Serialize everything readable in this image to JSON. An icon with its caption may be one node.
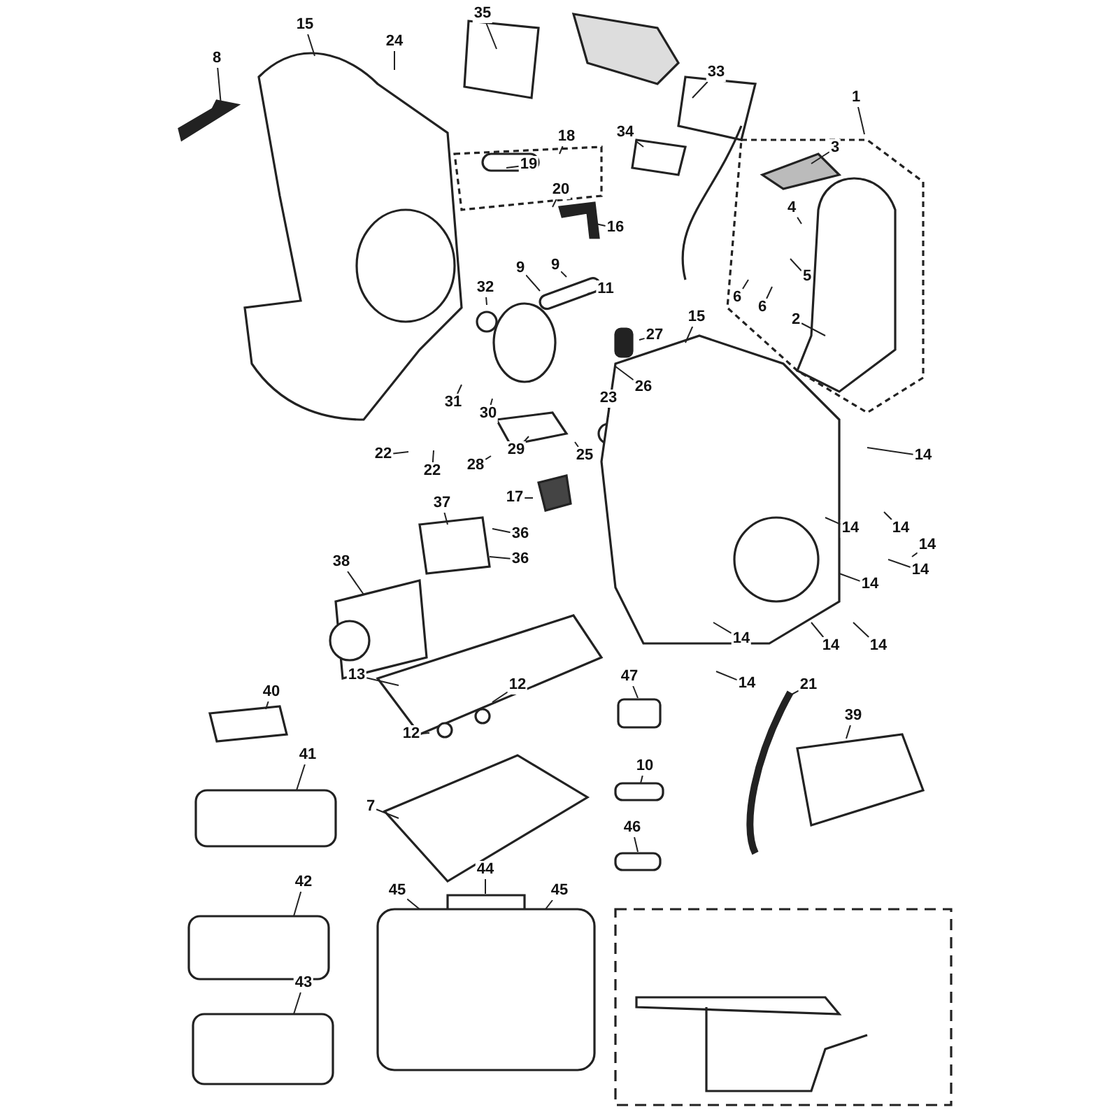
{
  "diagram": {
    "nodes": [
      {
        "text": [
          "35"
        ]
      },
      {
        "text": [
          "33"
        ]
      },
      {
        "text": [
          "8"
        ]
      },
      {
        "text": [
          "15"
        ]
      },
      {
        "text": [
          "24"
        ]
      },
      {
        "text": [
          "1"
        ]
      },
      {
        "text": [
          "34"
        ]
      },
      {
        "text": [
          "18"
        ]
      },
      {
        "text": [
          "3"
        ]
      },
      {
        "text": [
          "19"
        ]
      },
      {
        "text": [
          "20"
        ]
      },
      {
        "text": [
          "4"
        ]
      },
      {
        "text": [
          "16"
        ]
      },
      {
        "text": [
          "9"
        ]
      },
      {
        "text": [
          "9"
        ]
      },
      {
        "text": [
          "5"
        ]
      },
      {
        "text": [
          "32"
        ]
      },
      {
        "text": [
          "11"
        ]
      },
      {
        "text": [
          "6"
        ]
      },
      {
        "text": [
          "6"
        ]
      },
      {
        "text": [
          "15"
        ]
      },
      {
        "text": [
          "2"
        ]
      },
      {
        "text": [
          "27"
        ]
      },
      {
        "text": [
          "26"
        ]
      },
      {
        "text": [
          "31"
        ]
      },
      {
        "text": [
          "23"
        ]
      },
      {
        "text": [
          "30"
        ]
      },
      {
        "text": [
          "22"
        ]
      },
      {
        "text": [
          "29"
        ]
      },
      {
        "text": [
          "28"
        ]
      },
      {
        "text": [
          "25"
        ]
      },
      {
        "text": [
          "14"
        ]
      },
      {
        "text": [
          "22"
        ]
      },
      {
        "text": [
          "17"
        ]
      },
      {
        "text": [
          "37"
        ]
      },
      {
        "text": [
          "14"
        ]
      },
      {
        "text": [
          "14"
        ]
      },
      {
        "text": [
          "14"
        ]
      },
      {
        "text": [
          "36"
        ]
      },
      {
        "text": [
          "36"
        ]
      },
      {
        "text": [
          "38"
        ]
      },
      {
        "text": [
          "14"
        ]
      },
      {
        "text": [
          "14"
        ]
      },
      {
        "text": [
          "14"
        ]
      },
      {
        "text": [
          "14"
        ]
      },
      {
        "text": [
          "14"
        ]
      },
      {
        "text": [
          "13"
        ]
      },
      {
        "text": [
          "14"
        ]
      },
      {
        "text": [
          "47"
        ]
      },
      {
        "text": [
          "21"
        ]
      },
      {
        "text": [
          "40"
        ]
      },
      {
        "text": [
          "12"
        ]
      },
      {
        "text": [
          "39"
        ]
      },
      {
        "text": [
          "12"
        ]
      },
      {
        "text": [
          "41"
        ]
      },
      {
        "text": [
          "10"
        ]
      },
      {
        "text": [
          "7"
        ]
      },
      {
        "text": [
          "46"
        ]
      },
      {
        "text": [
          "42"
        ]
      },
      {
        "text": [
          "45"
        ]
      },
      {
        "text": [
          "44"
        ]
      },
      {
        "text": [
          "45"
        ]
      },
      {
        "text": [
          "43"
        ]
      }
    ],
    "edges": [
      {
        "from": 0,
        "to": null,
        "arrow": "none"
      },
      {
        "from": 1,
        "to": null,
        "arrow": "none"
      },
      {
        "from": 2,
        "to": null,
        "arrow": "none"
      },
      {
        "from": 3,
        "to": null,
        "arrow": "none"
      },
      {
        "from": 4,
        "to": null,
        "arrow": "none"
      },
      {
        "from": 5,
        "to": null,
        "arrow": "none"
      },
      {
        "from": 6,
        "to": null,
        "arrow": "none"
      },
      {
        "from": 7,
        "to": null,
        "arrow": "none"
      },
      {
        "from": 8,
        "to": null,
        "arrow": "none"
      },
      {
        "from": 9,
        "to": null,
        "arrow": "none"
      },
      {
        "from": 10,
        "to": null,
        "arrow": "none"
      },
      {
        "from": 11,
        "to": null,
        "arrow": "none"
      },
      {
        "from": 12,
        "to": null,
        "arrow": "none"
      },
      {
        "from": 13,
        "to": null,
        "arrow": "none"
      },
      {
        "from": 14,
        "to": null,
        "arrow": "none"
      },
      {
        "from": 15,
        "to": null,
        "arrow": "none"
      },
      {
        "from": 16,
        "to": null,
        "arrow": "none"
      },
      {
        "from": 17,
        "to": null,
        "arrow": "none"
      },
      {
        "from": 18,
        "to": null,
        "arrow": "none"
      },
      {
        "from": 19,
        "to": null,
        "arrow": "none"
      },
      {
        "from": 20,
        "to": null,
        "arrow": "none"
      },
      {
        "from": 21,
        "to": null,
        "arrow": "none"
      },
      {
        "from": 22,
        "to": null,
        "arrow": "none"
      },
      {
        "from": 23,
        "to": null,
        "arrow": "none"
      },
      {
        "from": 24,
        "to": null,
        "arrow": "none"
      },
      {
        "from": 25,
        "to": null,
        "arrow": "none"
      },
      {
        "from": 26,
        "to": null,
        "arrow": "none"
      },
      {
        "from": 27,
        "to": null,
        "arrow": "none"
      },
      {
        "from": 28,
        "to": null,
        "arrow": "none"
      },
      {
        "from": 29,
        "to": null,
        "arrow": "none"
      },
      {
        "from": 30,
        "to": null,
        "arrow": "none"
      },
      {
        "from": 31,
        "to": null,
        "arrow": "none"
      },
      {
        "from": 32,
        "to": null,
        "arrow": "none"
      },
      {
        "from": 33,
        "to": null,
        "arrow": "none"
      },
      {
        "from": 34,
        "to": null,
        "arrow": "none"
      },
      {
        "from": 35,
        "to": null,
        "arrow": "none"
      },
      {
        "from": 36,
        "to": null,
        "arrow": "none"
      },
      {
        "from": 37,
        "to": null,
        "arrow": "none"
      },
      {
        "from": 38,
        "to": null,
        "arrow": "none"
      },
      {
        "from": 39,
        "to": null,
        "arrow": "none"
      },
      {
        "from": 40,
        "to": null,
        "arrow": "none"
      },
      {
        "from": 41,
        "to": null,
        "arrow": "none"
      },
      {
        "from": 42,
        "to": null,
        "arrow": "none"
      },
      {
        "from": 43,
        "to": null,
        "arrow": "none"
      },
      {
        "from": 44,
        "to": null,
        "arrow": "none"
      },
      {
        "from": 45,
        "to": null,
        "arrow": "none"
      },
      {
        "from": 46,
        "to": null,
        "arrow": "none"
      },
      {
        "from": 47,
        "to": null,
        "arrow": "none"
      },
      {
        "from": 48,
        "to": null,
        "arrow": "none"
      },
      {
        "from": 49,
        "to": null,
        "arrow": "none"
      },
      {
        "from": 50,
        "to": null,
        "arrow": "none"
      },
      {
        "from": 51,
        "to": null,
        "arrow": "none"
      },
      {
        "from": 52,
        "to": null,
        "arrow": "none"
      },
      {
        "from": 53,
        "to": null,
        "arrow": "none"
      },
      {
        "from": 54,
        "to": null,
        "arrow": "none"
      },
      {
        "from": 55,
        "to": null,
        "arrow": "none"
      },
      {
        "from": 56,
        "to": null,
        "arrow": "none"
      },
      {
        "from": 57,
        "to": null,
        "arrow": "none"
      },
      {
        "from": 58,
        "to": null,
        "arrow": "none"
      },
      {
        "from": 59,
        "to": null,
        "arrow": "none"
      },
      {
        "from": 60,
        "to": null,
        "arrow": "none"
      },
      {
        "from": 61,
        "to": null,
        "arrow": "none"
      },
      {
        "from": 62,
        "to": null,
        "arrow": "none"
      }
    ]
  }
}
